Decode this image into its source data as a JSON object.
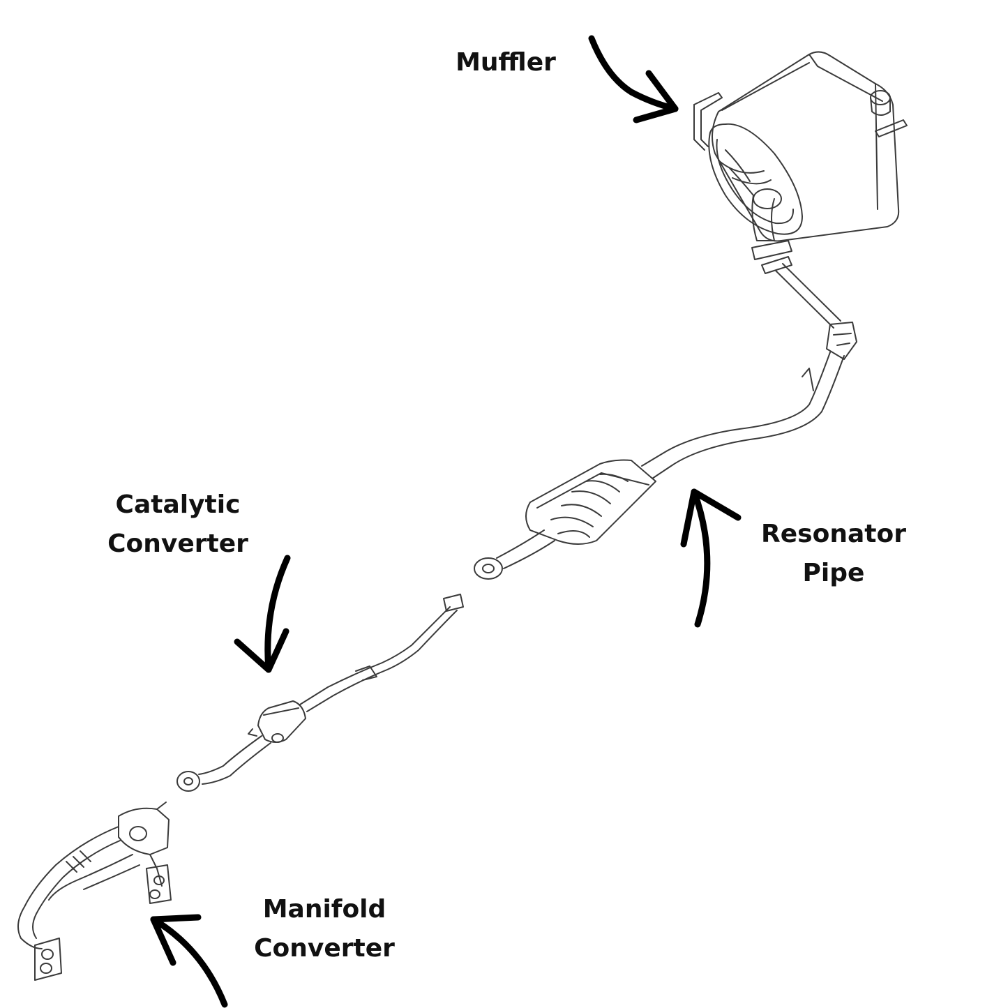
{
  "labels": {
    "muffler": {
      "lines": [
        "Muffler"
      ]
    },
    "catalytic_converter": {
      "lines": [
        "Catalytic",
        "Converter"
      ]
    },
    "resonator_pipe": {
      "lines": [
        "Resonator",
        "Pipe"
      ]
    },
    "manifold_converter": {
      "lines": [
        "Manifold",
        "Converter"
      ]
    }
  },
  "colors": {
    "background": "#ffffff",
    "line_art": "#3a3a3a",
    "arrow": "#000000",
    "text": "#111111"
  }
}
